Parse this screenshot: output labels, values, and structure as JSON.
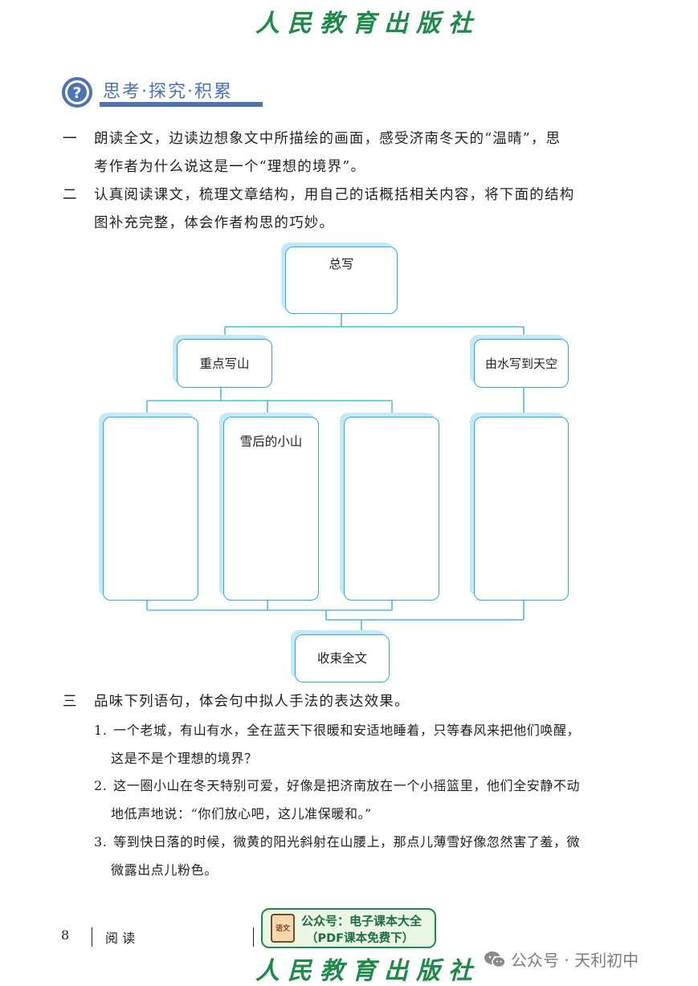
{
  "publisher": {
    "logo_text": "人民教育出版社"
  },
  "section": {
    "title": "思考·探究·积累"
  },
  "questions": {
    "q1": {
      "num": "一",
      "line1": "朗读全文，边读边想象文中所描绘的画面，感受济南冬天的“温晴”，思",
      "line2": "考作者为什么说这是一个“理想的境界”。"
    },
    "q2": {
      "num": "二",
      "line1": "认真阅读课文，梳理文章结构，用自己的话概括相关内容，将下面的结构",
      "line2": "图补充完整，体会作者构思的巧妙。"
    },
    "q3": {
      "num": "三",
      "line1": "品味下列语句，体会句中拟人手法的表达效果。",
      "items": [
        {
          "num": "1.",
          "line1": "一个老城，有山有水，全在蓝天下很暖和安适地睡着，只等春风来把他们唤醒，",
          "line2": "这是不是个理想的境界？"
        },
        {
          "num": "2.",
          "line1": "这一圈小山在冬天特别可爱，好像是把济南放在一个小摇篮里，他们全安静不动",
          "line2": "地低声地说：“你们放心吧，这儿准保暖和。”"
        },
        {
          "num": "3.",
          "line1": "等到快日落的时候，微黄的阳光斜射在山腰上，那点儿薄雪好像忽然害了羞，微",
          "line2": "微露出点儿粉色。"
        }
      ]
    }
  },
  "diagram": {
    "root": "总写",
    "branch_mountain": "重点写山",
    "branch_water": "由水写到天空",
    "leaf1": "",
    "leaf2": "雪后的小山",
    "leaf3": "",
    "leaf4": "",
    "conclusion": "收束全文"
  },
  "footer": {
    "page_number": "8",
    "section_label": "阅 读"
  },
  "badge": {
    "icon_text": "语文",
    "line1": "公众号：电子课本大全",
    "line2": "（PDF课本免费下）"
  },
  "watermark": {
    "text": "公众号 · 天利初中"
  },
  "colors": {
    "accent_blue": "#4c72b8",
    "diagram_cyan": "#27aee0",
    "publisher_green": "#1e8a4a"
  }
}
